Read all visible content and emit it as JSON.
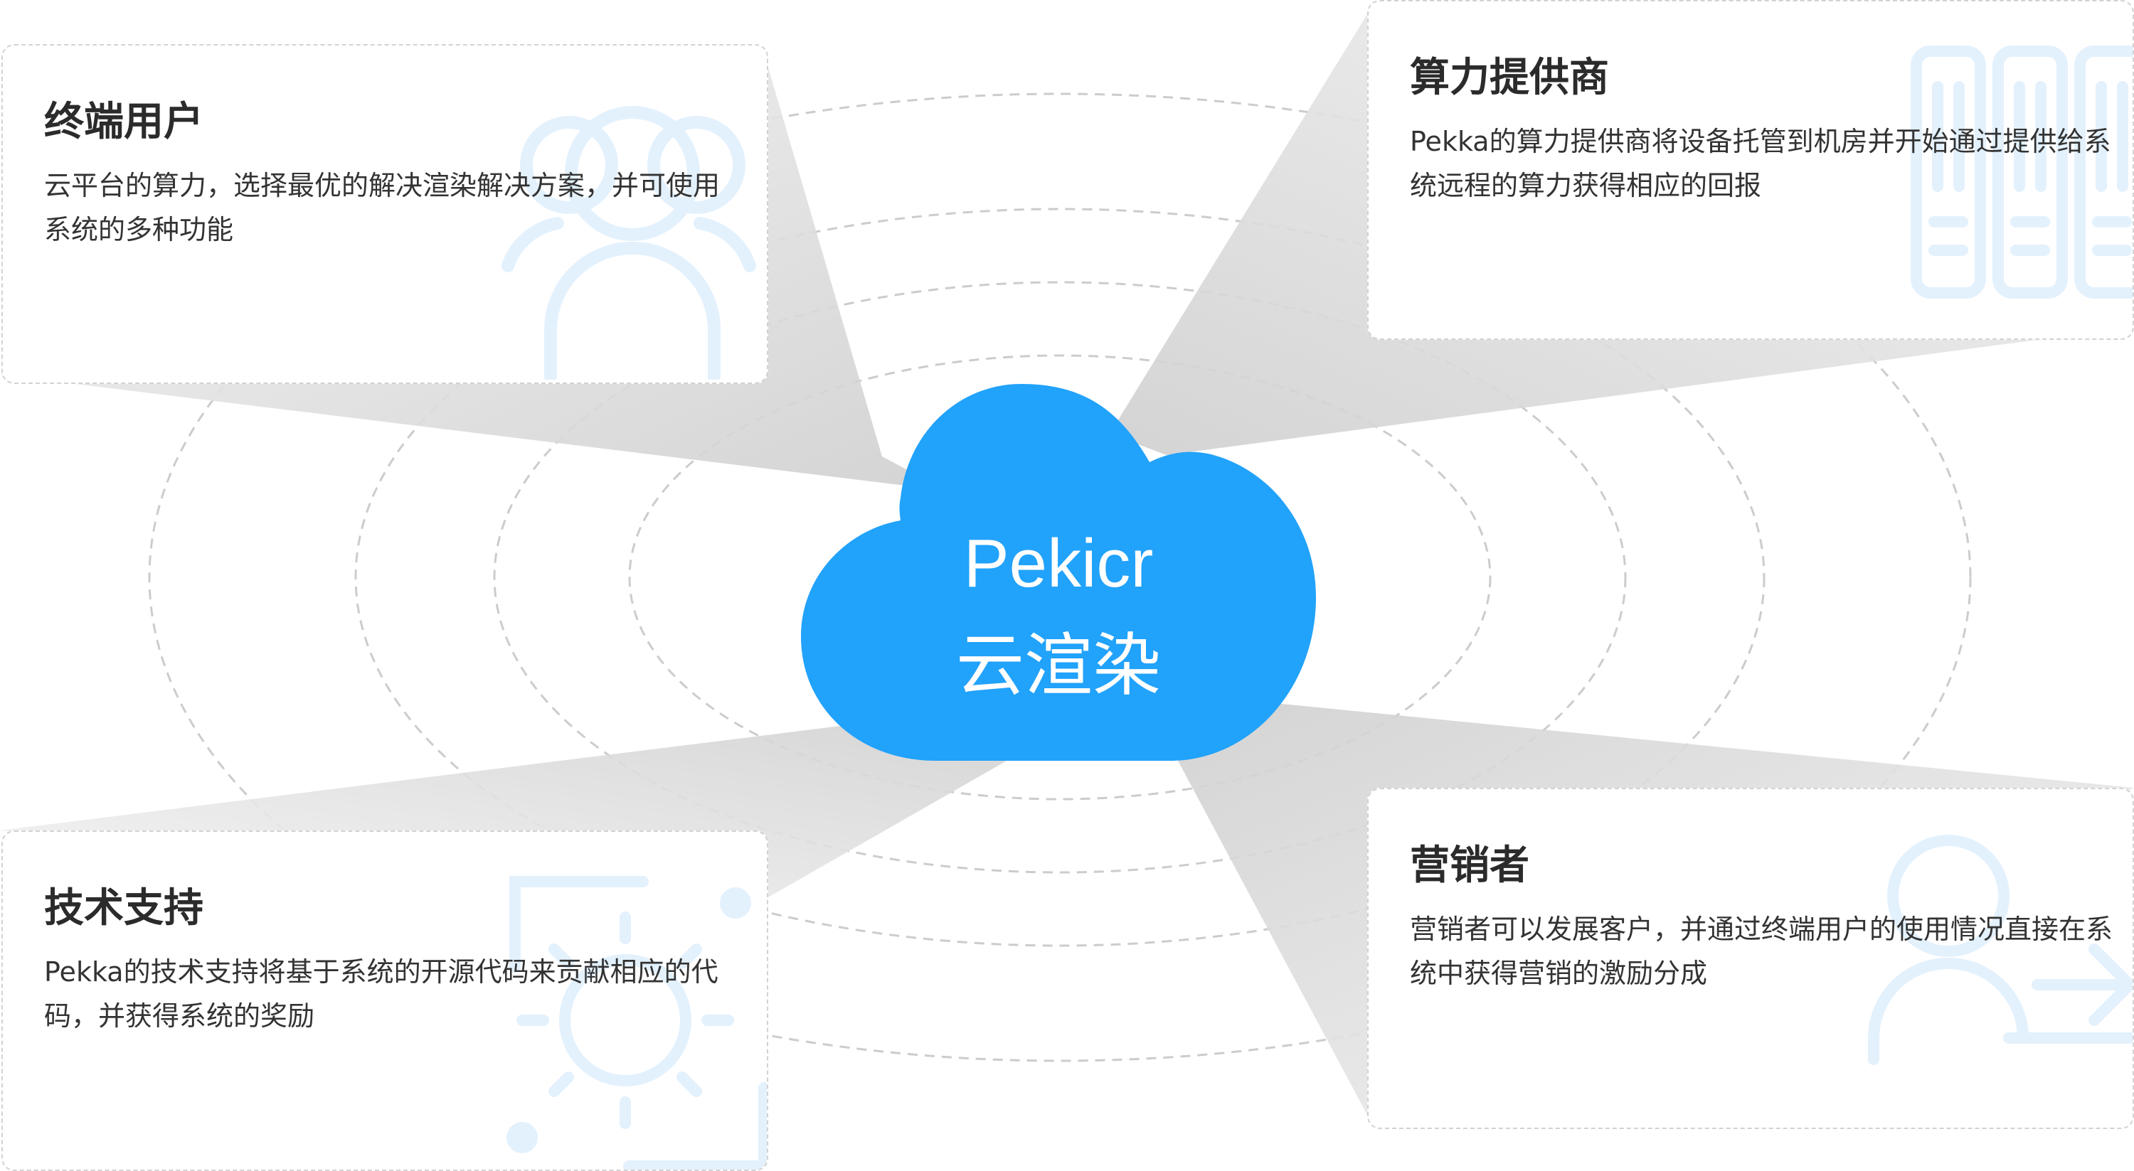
{
  "center": {
    "title": "Pekicr",
    "subtitle": "云渲染"
  },
  "cards": [
    {
      "key": "user",
      "title": "终端用户",
      "desc": "云平台的算力，选择最优的解决渲染解决方案，并可使用系统的多种功能",
      "icon": "users-icon"
    },
    {
      "key": "provider",
      "title": "算力提供商",
      "desc": "Pekka的算力提供商将设备托管到机房并开始通过提供给系统远程的算力获得相应的回报",
      "icon": "server-icon"
    },
    {
      "key": "tech",
      "title": "技术支持",
      "desc": "Pekka的技术支持将基于系统的开源代码来贡献相应的代码，并获得系统的奖励",
      "icon": "settings-icon"
    },
    {
      "key": "marketer",
      "title": "营销者",
      "desc": "营销者可以发展客户，并通过终端用户的使用情况直接在系统中获得营销的激励分成",
      "icon": "user-share-icon"
    }
  ],
  "colors": {
    "cloud": "#21a2fb",
    "icon": "#e3f1fd",
    "beam": "#d9d9d9",
    "ring": "#cccccc"
  }
}
